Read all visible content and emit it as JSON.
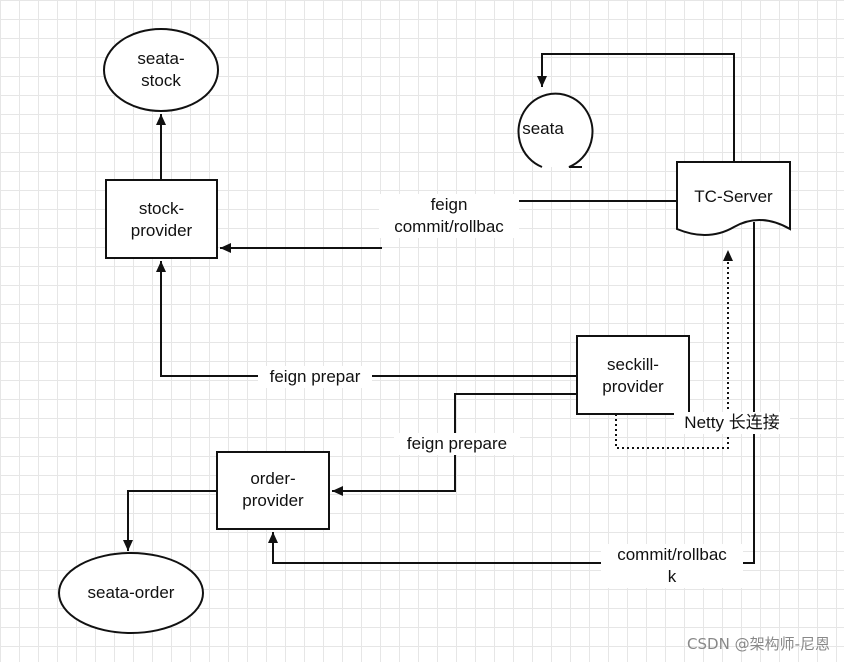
{
  "nodes": {
    "seata_stock": [
      "seata-",
      "stock"
    ],
    "seata": "seata",
    "stock_provider": [
      "stock-",
      "provider"
    ],
    "tc_server": "TC-Server",
    "seckill_provider": [
      "seckill-",
      "provider"
    ],
    "order_provider": [
      "order-",
      "provider"
    ],
    "seata_order": "seata-order"
  },
  "edges": {
    "tc_to_stock": [
      "feign",
      "commit/rollbac"
    ],
    "seckill_to_stock": "feign prepar",
    "seckill_to_order": "feign prepare",
    "netty": "Netty 长连接",
    "tc_to_order": [
      "commit/rollbac",
      "k"
    ]
  },
  "watermark": "CSDN @架构师-尼恩"
}
